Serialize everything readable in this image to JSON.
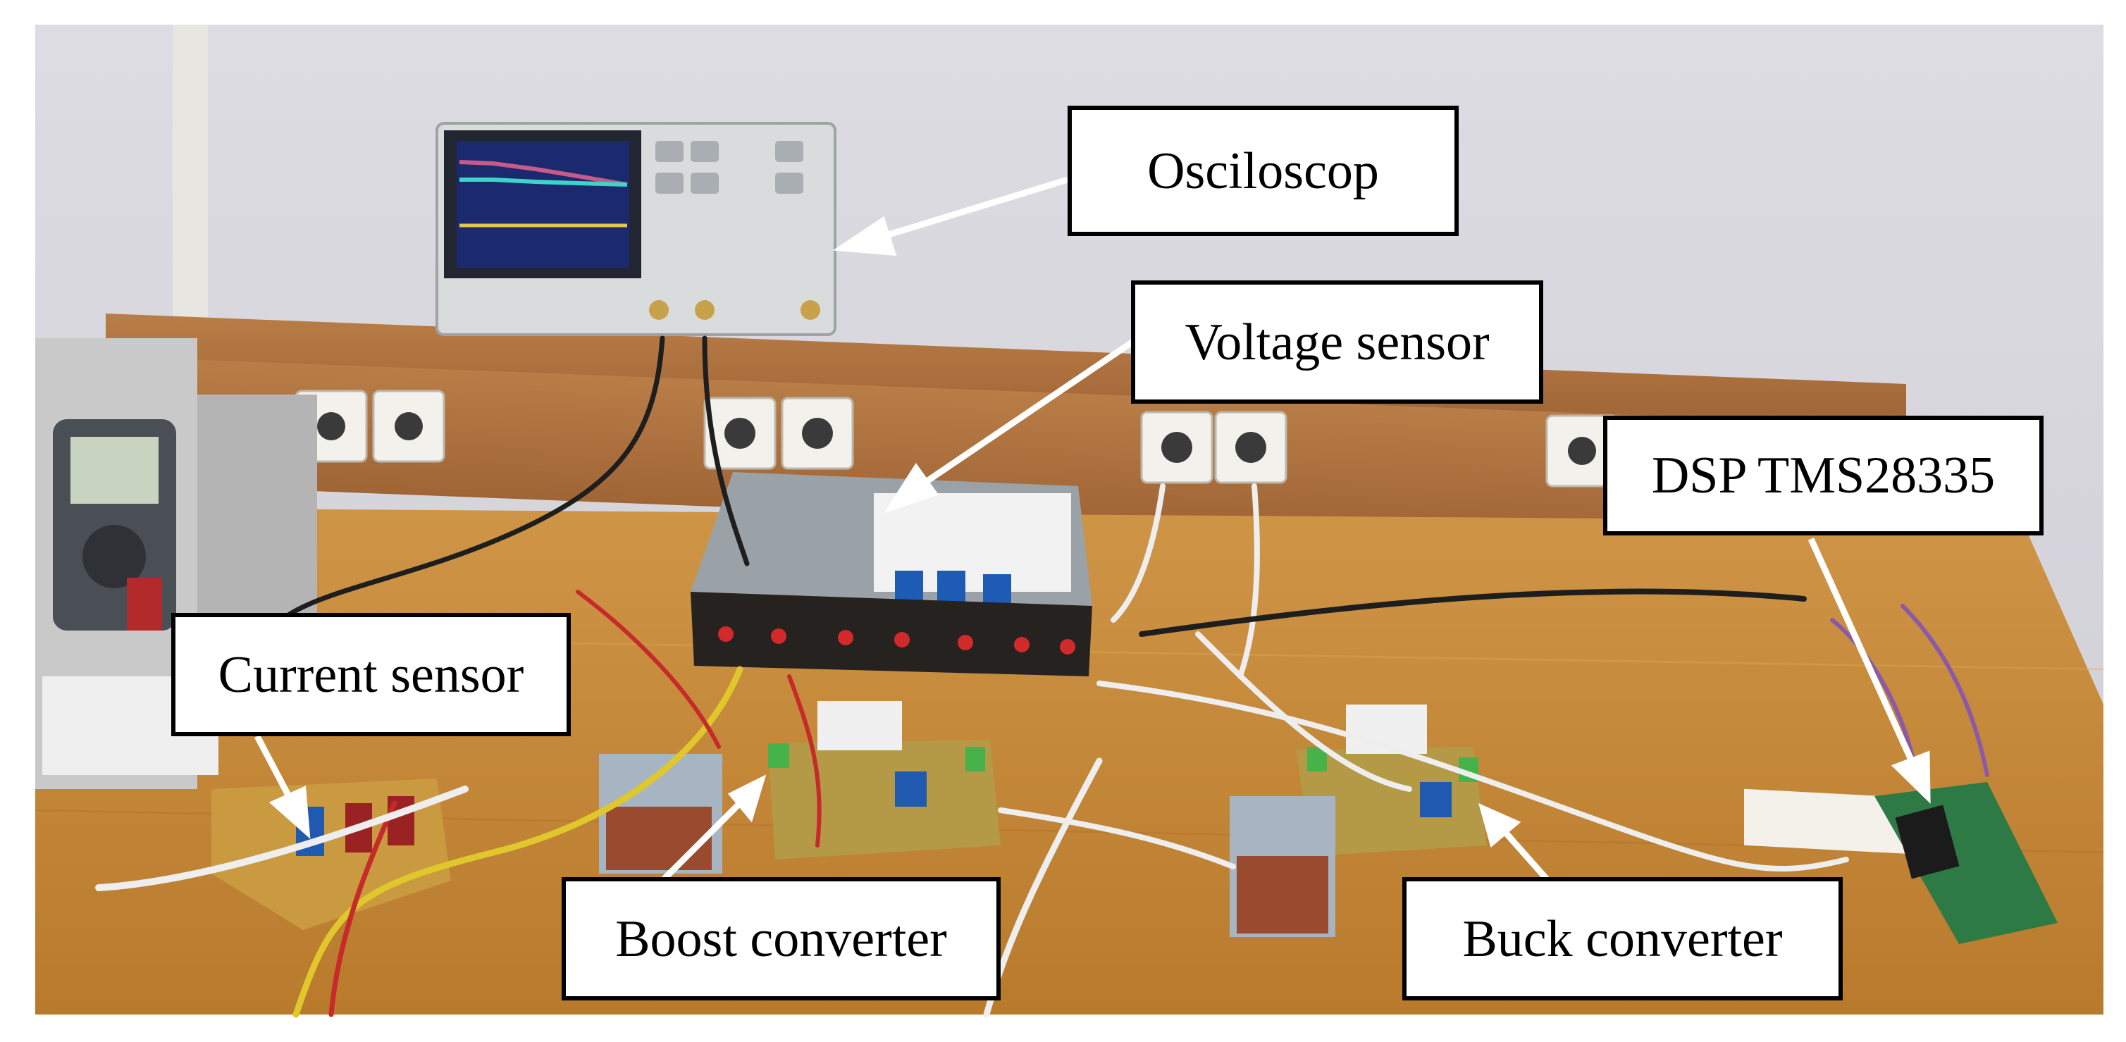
{
  "labels": {
    "oscilloscope": "Osciloscop",
    "voltage_sensor": "Voltage sensor",
    "dsp": "DSP TMS28335",
    "current_sensor": "Current sensor",
    "boost_converter": "Boost  converter",
    "buck_converter": "Buck  converter"
  },
  "colors": {
    "wall": "#d9d8de",
    "table_top": "#c98c3a",
    "shelf_wood": "#b27540",
    "callout_border": "#000000",
    "arrow": "#ffffff"
  }
}
